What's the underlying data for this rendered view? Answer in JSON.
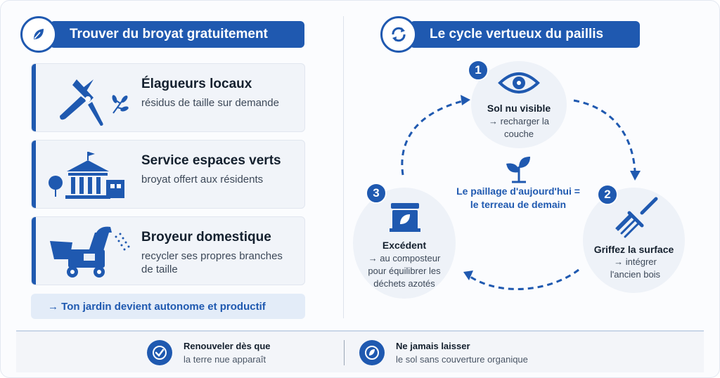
{
  "left": {
    "header": {
      "title": "Trouver du broyat gratuitement",
      "icon": "leaf-icon"
    },
    "cards": [
      {
        "title": "Élagueurs locaux",
        "desc": "résidus de taille sur demande",
        "icon": "pruning-shears-icon"
      },
      {
        "title": "Service espaces verts",
        "desc": "broyat offert aux résidents",
        "icon": "town-hall-icon"
      },
      {
        "title": "Broyeur domestique",
        "desc": "recycler ses propres branches de taille",
        "icon": "wood-chipper-icon"
      }
    ],
    "banner": "→ Ton jardin devient autonome et productif"
  },
  "right": {
    "header": {
      "title": "Le cycle vertueux du paillis",
      "icon": "cycle-arrows-icon"
    },
    "steps": [
      {
        "number": "1",
        "title": "Sol nu visible",
        "desc": "→ recharger la couche",
        "icon": "eye-icon"
      },
      {
        "number": "2",
        "title": "Griffez la surface",
        "desc": "→ intégrer l'ancien bois",
        "icon": "garden-fork-icon"
      },
      {
        "number": "3",
        "title": "Excédent",
        "desc": "→ au composteur pour équilibrer les déchets azotés",
        "icon": "compost-bin-icon"
      }
    ],
    "center": {
      "text": "Le paillage d'aujourd'hui = le terreau de demain",
      "icon": "sprout-icon"
    }
  },
  "footer": {
    "items": [
      {
        "title": "Renouveler dès que",
        "desc": "la terre nue apparaît",
        "icon": "check-circle-icon"
      },
      {
        "title": "Ne jamais laisser",
        "desc": "le sol sans couverture organique",
        "icon": "leaf-circle-icon"
      }
    ]
  },
  "colors": {
    "primary": "#1f59b0",
    "card_bg": "#f1f4f9",
    "node_bg": "#eef2f8"
  }
}
